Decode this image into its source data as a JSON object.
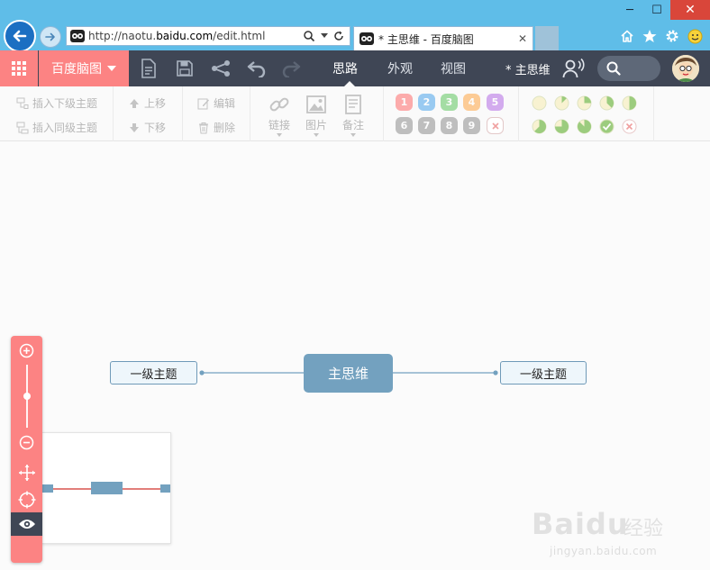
{
  "browser": {
    "url_prefix": "http://naotu.",
    "url_domain": "baidu.com",
    "url_suffix": "/edit.html",
    "tab_title": "* 主思维 - 百度脑图",
    "window_controls": [
      "─",
      "☐",
      "✕"
    ]
  },
  "app": {
    "brand": "百度脑图",
    "tabs": [
      {
        "label": "思路",
        "active": true
      },
      {
        "label": "外观",
        "active": false
      },
      {
        "label": "视图",
        "active": false
      }
    ],
    "doc_title": "* 主思维"
  },
  "toolbar": {
    "insert_child": "插入下级主题",
    "insert_sibling": "插入同级主题",
    "move_up": "上移",
    "move_down": "下移",
    "edit": "编辑",
    "delete": "删除",
    "link": "链接",
    "image": "图片",
    "note": "备注",
    "priorities": [
      {
        "label": "1",
        "color": "#ff6b6b"
      },
      {
        "label": "2",
        "color": "#4aa4ea"
      },
      {
        "label": "3",
        "color": "#5fc75f"
      },
      {
        "label": "4",
        "color": "#ffa544"
      },
      {
        "label": "5",
        "color": "#b46be6"
      },
      {
        "label": "6",
        "color": "#8e8e8e"
      },
      {
        "label": "7",
        "color": "#8e8e8e"
      },
      {
        "label": "8",
        "color": "#8e8e8e"
      },
      {
        "label": "9",
        "color": "#8e8e8e"
      }
    ],
    "progress_levels": [
      0,
      0.125,
      0.25,
      0.375,
      0.5,
      0.625,
      0.75,
      0.875,
      1
    ]
  },
  "mindmap": {
    "root": "主思维",
    "children": [
      "一级主题",
      "一级主题"
    ]
  },
  "watermark": {
    "logo": "Baidu",
    "cn": "经验",
    "url": "jingyan.baidu.com"
  }
}
